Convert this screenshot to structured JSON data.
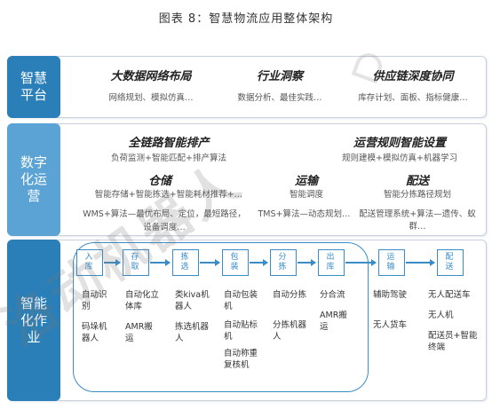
{
  "title": "图表 8：智慧物流应用整体架构",
  "colors": {
    "accent": "#3a8cc6",
    "label_dark": "#2a7fb8",
    "label_light": "#5aa3d4"
  },
  "platform": {
    "label": "智慧平台",
    "columns": [
      {
        "heading": "大数据网络布局",
        "detail": "网络规划、模拟仿真…"
      },
      {
        "heading": "行业洞察",
        "detail": "数据分析、最佳实践…"
      },
      {
        "heading": "供应链深度协同",
        "detail": "库存计划、面板、指标健康…"
      }
    ]
  },
  "digital_ops": {
    "label": "数字化运营",
    "blocks": [
      {
        "heading": "全链路智能排产",
        "detail": "负荷监测+智能匹配+排产算法"
      },
      {
        "heading": "运营规则智能设置",
        "detail": "规则建模+模拟仿真+机器学习"
      },
      {
        "heading": "仓储",
        "detail": "智能存储+智能拣选+智能耗材推荐+…"
      },
      {
        "heading": "运输",
        "detail": "智能调度"
      },
      {
        "heading": "配送",
        "detail": "智能分拣路径规划"
      },
      {
        "heading": "",
        "detail": "WMS+算法—最优布局、定位，最短路径，"
      },
      {
        "heading": "",
        "detail": "设备调度…"
      },
      {
        "heading": "",
        "detail": "TMS+算法—动态规划…"
      },
      {
        "heading": "",
        "detail": "配送管理系统+算法—遗传、蚁群…"
      }
    ]
  },
  "smart_ops": {
    "label": "智能化作业",
    "steps": [
      {
        "label": "入库",
        "items": [
          "自动识别",
          "码垛机器人"
        ]
      },
      {
        "label": "存取",
        "items": [
          "自动化立体库",
          "AMR搬运"
        ]
      },
      {
        "label": "拣选",
        "items": [
          "类kiva机器人",
          "拣选机器人"
        ]
      },
      {
        "label": "包装",
        "items": [
          "自动包装机",
          "自动贴标机",
          "自动称重复核机"
        ]
      },
      {
        "label": "分拣",
        "items": [
          "自动分拣",
          "分拣机器人"
        ]
      },
      {
        "label": "出库",
        "items": [
          "分合流",
          "AMR搬运"
        ]
      },
      {
        "label": "运输",
        "items": [
          "辅助驾驶",
          "无人货车"
        ]
      },
      {
        "label": "配送",
        "items": [
          "无人配送车",
          "无人机",
          "配送员+智能终端"
        ]
      }
    ]
  },
  "watermark": "洛动机器人"
}
